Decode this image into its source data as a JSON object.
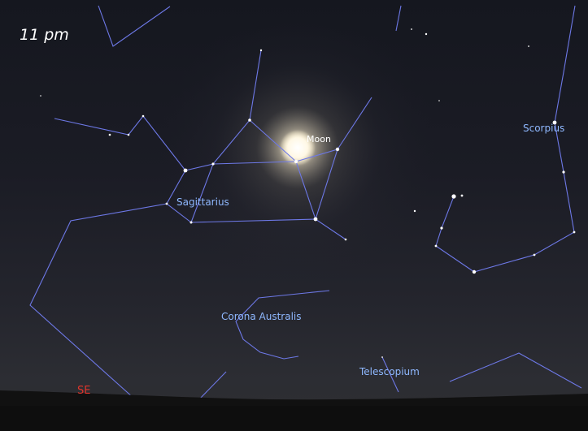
{
  "time_label": "11 pm",
  "moon": {
    "label": "Moon"
  },
  "constellations": {
    "sagittarius": "Sagittarius",
    "scorpius": "Scorpius",
    "corona_australis": "Corona Australis",
    "telescopium": "Telescopium"
  },
  "horizon": {
    "direction": "SE",
    "direction_color": "#e0352b"
  },
  "colors": {
    "constellation_line": "#6d78e6",
    "constellation_label": "#8fb8ff",
    "sky": "#1b1c25",
    "ground": "#111111"
  }
}
